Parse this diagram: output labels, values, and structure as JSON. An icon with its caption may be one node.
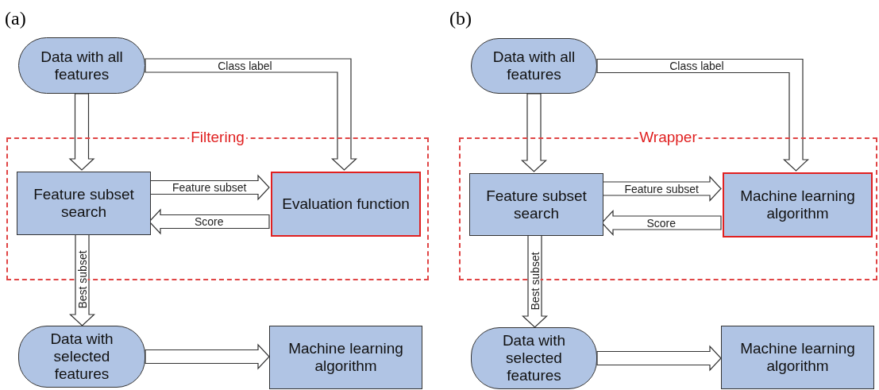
{
  "diagram": {
    "nodes": [
      {
        "text": [
          "Filtering"
        ]
      },
      {
        "text": [
          "Data with all features"
        ]
      },
      {
        "text": [
          "Feature subset search"
        ],
        "in": 0
      },
      {
        "text": [
          "Evaluation function"
        ],
        "in": 0
      },
      {
        "text": [
          "Data with selected features"
        ]
      },
      {
        "text": [
          "Machine learning algorithm"
        ]
      },
      {
        "text": [
          "Wrapper"
        ]
      },
      {
        "text": [
          "Data with all features"
        ]
      },
      {
        "text": [
          "Feature subset search"
        ],
        "in": 6
      },
      {
        "text": [
          "Machine learning algorithm"
        ],
        "in": 6
      },
      {
        "text": [
          "Data with selected features"
        ]
      },
      {
        "text": [
          "Machine learning algorithm"
        ]
      }
    ],
    "edges": [
      {
        "from": 1,
        "to": 2,
        "arrow": "to"
      },
      {
        "from": 1,
        "to": 3,
        "arrow": "to",
        "label": "Class label"
      },
      {
        "from": 2,
        "to": 3,
        "arrow": "to",
        "label": "Feature subset"
      },
      {
        "from": 3,
        "to": 2,
        "arrow": "to",
        "label": "Score"
      },
      {
        "from": 2,
        "to": 4,
        "arrow": "to",
        "label": "Best subset"
      },
      {
        "from": 4,
        "to": 5,
        "arrow": "to"
      },
      {
        "from": 7,
        "to": 8,
        "arrow": "to"
      },
      {
        "from": 7,
        "to": 9,
        "arrow": "to",
        "label": "Class label"
      },
      {
        "from": 8,
        "to": 9,
        "arrow": "to",
        "label": "Feature subset"
      },
      {
        "from": 9,
        "to": 8,
        "arrow": "to",
        "label": "Score"
      },
      {
        "from": 8,
        "to": 10,
        "arrow": "to",
        "label": "Best subset"
      },
      {
        "from": 10,
        "to": 11,
        "arrow": "to"
      }
    ],
    "labels": [
      "(a)",
      "(b)"
    ]
  }
}
